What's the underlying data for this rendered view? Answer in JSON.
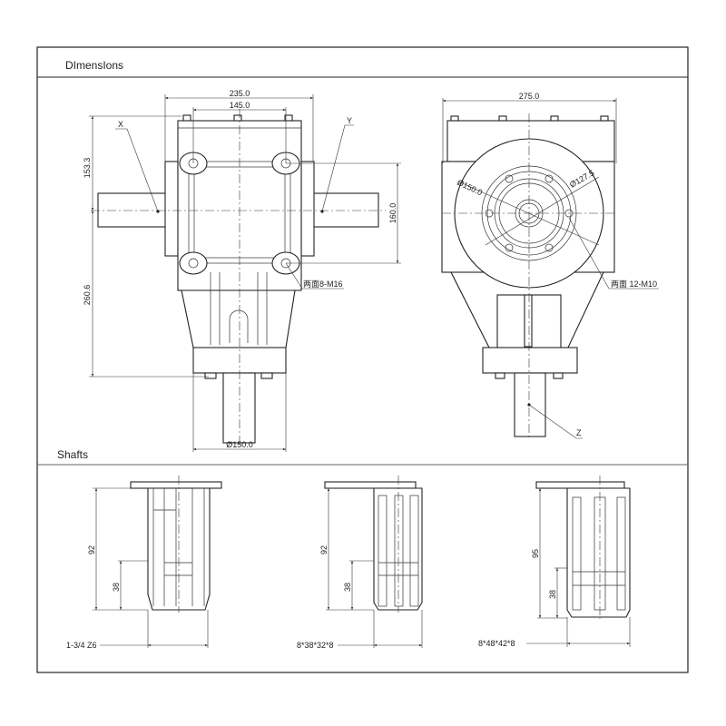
{
  "sections": {
    "dimensions": "DImensIons",
    "shafts": "Shafts"
  },
  "front_view": {
    "width_outer": "235.0",
    "width_bolts": "145.0",
    "height_upper": "153.3",
    "height_lower": "260.6",
    "height_bolts": "160.0",
    "flange_dia": "Ø150.0",
    "bolt_note": "两面8-M16",
    "label_x": "X",
    "label_y": "Y"
  },
  "side_view": {
    "width": "275.0",
    "dia_outer": "Ø150.0",
    "dia_inner": "Ø127.5",
    "bolt_note": "两面 12-M10",
    "label_z": "Z"
  },
  "shafts": [
    {
      "length": "92",
      "groove": "38",
      "spec": "1-3/4 Z6"
    },
    {
      "length": "92",
      "groove": "38",
      "spec": "8*38*32*8"
    },
    {
      "length": "95",
      "groove": "38",
      "spec": "8*48*42*8"
    }
  ]
}
